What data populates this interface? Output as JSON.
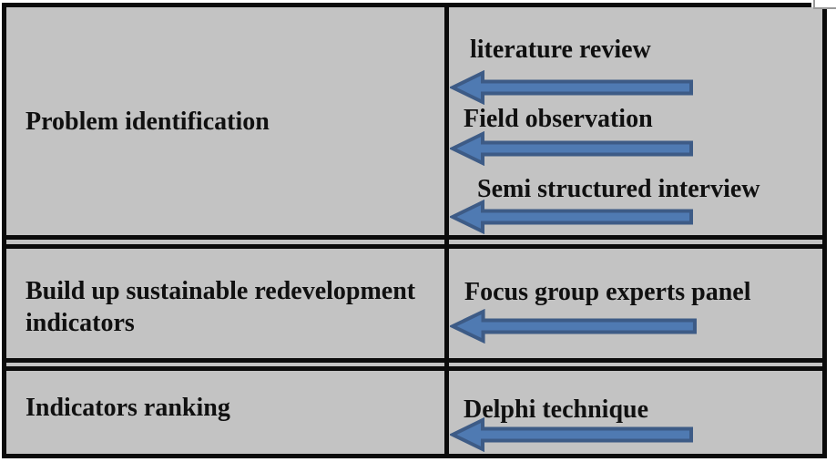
{
  "figure": {
    "rows": [
      {
        "stage_lines": [
          "Problem identification"
        ],
        "methods": [
          "literature review",
          "Field observation",
          "Semi structured interview"
        ]
      },
      {
        "stage_lines": [
          "Build up sustainable redevelopment",
          "indicators"
        ],
        "methods": [
          "Focus group experts panel"
        ]
      },
      {
        "stage_lines": [
          "Indicators ranking"
        ],
        "methods": [
          "Delphi technique"
        ]
      }
    ]
  },
  "colors": {
    "table_bg": "#c3c3c3",
    "border": "#0b0b0b",
    "text": "#101010",
    "arrow_fill": "#4f7ab2",
    "arrow_stroke": "#3d5b86",
    "corner_mark": "#9a9a9a"
  }
}
